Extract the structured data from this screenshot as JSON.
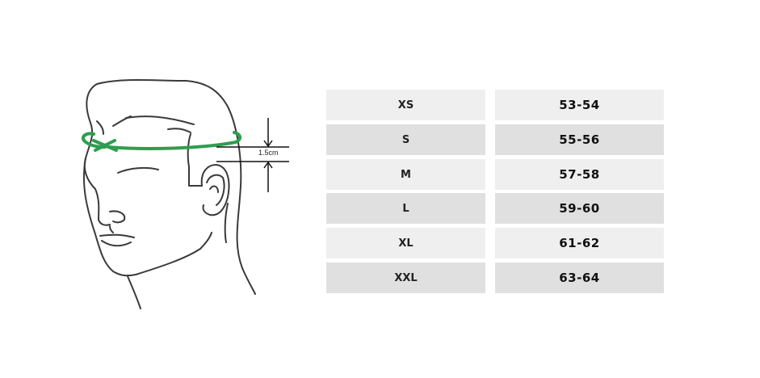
{
  "diagram": {
    "measurement_label": "1.5cm",
    "colors": {
      "tape": "#2e9e4f",
      "line": "#3a3a3a",
      "row_light": "#efefef",
      "row_dark": "#e0e0e0"
    }
  },
  "size_table": {
    "rows": [
      {
        "size": "XS",
        "range": "53-54"
      },
      {
        "size": "S",
        "range": "55-56"
      },
      {
        "size": "M",
        "range": "57-58"
      },
      {
        "size": "L",
        "range": "59-60"
      },
      {
        "size": "XL",
        "range": "61-62"
      },
      {
        "size": "XXL",
        "range": "63-64"
      }
    ]
  }
}
